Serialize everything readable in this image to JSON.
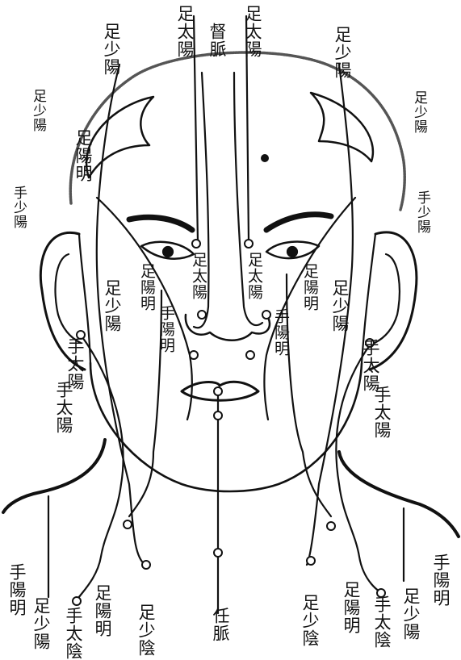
{
  "labels": {
    "top_left_zu_shaoyang": "足少陽",
    "top_zu_taiyang_left": "足太陽",
    "top_du_mai": "督脈",
    "top_zu_taiyang_right": "足太陽",
    "top_right_zu_shaoyang": "足少陽",
    "left_zu_shaoyang_side": "足少陽",
    "right_zu_shaoyang_side": "足少陽",
    "left_zu_yangming_forehead": "足陽明",
    "left_shou_shaoyang": "手少陽",
    "right_shou_shaoyang": "手少陽",
    "left_zu_yangming_cheek": "足陽明",
    "left_zu_taiyang_nose": "足太陽",
    "right_zu_taiyang_nose": "足太陽",
    "right_zu_yangming_cheek": "足陽明",
    "left_zu_shaoyang_cheek": "足少陽",
    "right_zu_shaoyang_cheek": "足少陽",
    "left_shou_yangming": "手陽明",
    "right_shou_yangming": "手陽明",
    "left_shou_taiyang_1": "手太陽",
    "left_shou_taiyang_2": "手太陽",
    "right_shou_taiyang_1": "手太陽",
    "right_shou_taiyang_2": "手太陽",
    "bottom_left_shou_yangming": "手陽明",
    "bottom_left_zu_shaoyang": "足少陽",
    "bottom_left_shou_taiyin": "手太陰",
    "bottom_left_zu_yangming": "足陽明",
    "bottom_left_zu_shaoyin": "足少陰",
    "bottom_ren_mai": "任脈",
    "bottom_right_zu_shaoyin": "足少陰",
    "bottom_right_zu_yangming": "足陽明",
    "bottom_right_shou_taiyin": "手太陰",
    "bottom_right_zu_shaoyang": "足少陽",
    "bottom_right_shou_yangming": "手陽明"
  },
  "colors": {
    "ink": "#111111",
    "head_outline": "#444444",
    "background": "#ffffff"
  }
}
